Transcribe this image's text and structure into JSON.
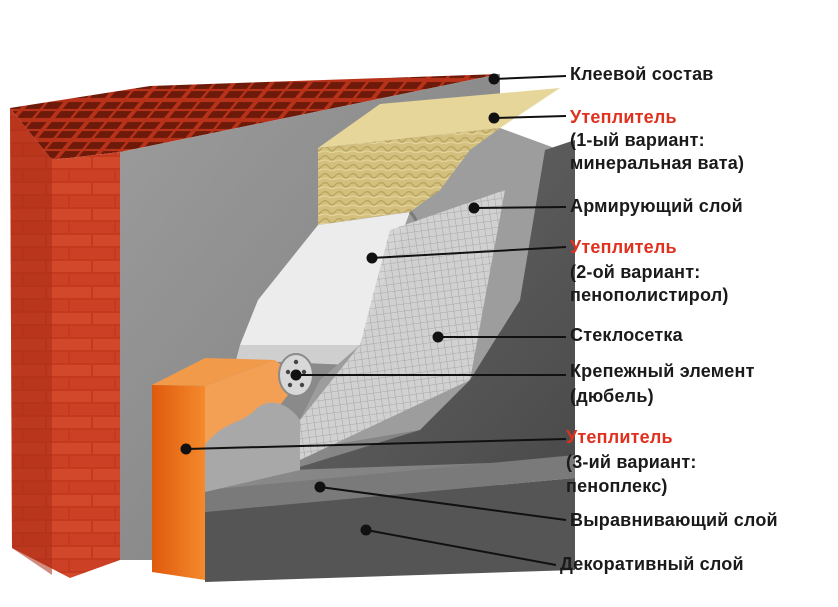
{
  "labels": {
    "glue": "Клеевой состав",
    "insul1_title": "Утеплитель",
    "insul1_line1": "(1-ый вариант:",
    "insul1_line2": "минеральная вата)",
    "reinforcing": "Армирующий слой",
    "insul2_title": "Утеплитель",
    "insul2_line1": "(2-ой вариант:",
    "insul2_line2": "пенополистирол)",
    "mesh": "Стеклосетка",
    "fastener_line1": "Крепежный элемент",
    "fastener_line2": "(дюбель)",
    "insul3_title": "Утеплитель",
    "insul3_line1": "(3-ий вариант:",
    "insul3_line2": "пеноплекс)",
    "leveling": "Выравнивающий слой",
    "decorative": "Декоративный слой"
  },
  "colors": {
    "brick": "#c7361c",
    "brick_dark": "#8f2210",
    "plaster_gray": "#8e8e8e",
    "mineral_wool": "#d7c485",
    "polystyrene": "#eeeeee",
    "penoplex": "#f07a18",
    "leader_line": "#111111",
    "highlight_text": "#e0301e"
  }
}
